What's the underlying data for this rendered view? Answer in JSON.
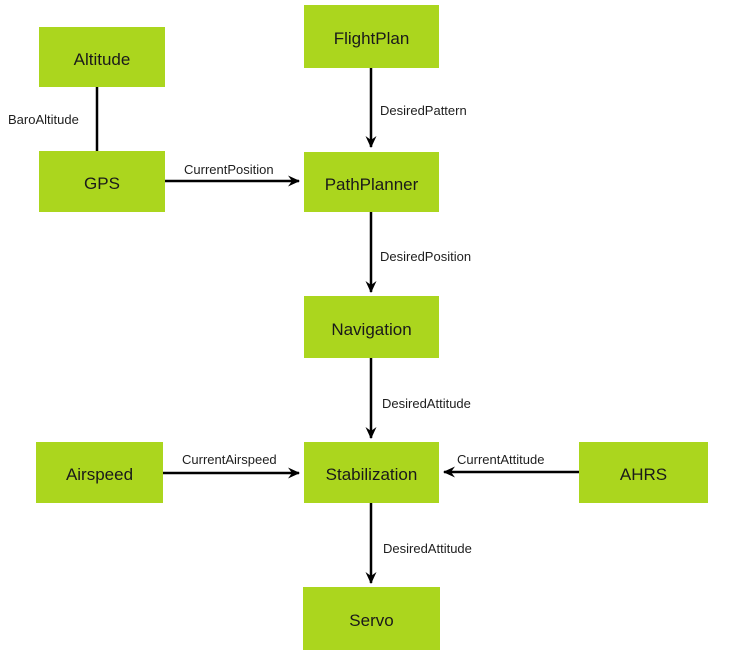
{
  "diagram": {
    "type": "dataflow-diagram",
    "background_color": "#ffffff",
    "node_fill_color": "#ABD61E",
    "node_text_color": "#1a1a1a",
    "edge_color": "#000000",
    "nodes": [
      {
        "id": "altitude",
        "label": "Altitude"
      },
      {
        "id": "flightplan",
        "label": "FlightPlan"
      },
      {
        "id": "gps",
        "label": "GPS"
      },
      {
        "id": "pathplanner",
        "label": "PathPlanner"
      },
      {
        "id": "navigation",
        "label": "Navigation"
      },
      {
        "id": "airspeed",
        "label": "Airspeed"
      },
      {
        "id": "stabilization",
        "label": "Stabilization"
      },
      {
        "id": "ahrs",
        "label": "AHRS"
      },
      {
        "id": "servo",
        "label": "Servo"
      }
    ],
    "edges": [
      {
        "from": "Altitude",
        "to": "GPS",
        "label": "BaroAltitude",
        "arrowhead": "none"
      },
      {
        "from": "FlightPlan",
        "to": "PathPlanner",
        "label": "DesiredPattern",
        "arrowhead": "end"
      },
      {
        "from": "GPS",
        "to": "PathPlanner",
        "label": "CurrentPosition",
        "arrowhead": "end"
      },
      {
        "from": "PathPlanner",
        "to": "Navigation",
        "label": "DesiredPosition",
        "arrowhead": "end"
      },
      {
        "from": "Navigation",
        "to": "Stabilization",
        "label": "DesiredAttitude",
        "arrowhead": "end"
      },
      {
        "from": "Airspeed",
        "to": "Stabilization",
        "label": "CurrentAirspeed",
        "arrowhead": "end"
      },
      {
        "from": "AHRS",
        "to": "Stabilization",
        "label": "CurrentAttitude",
        "arrowhead": "end"
      },
      {
        "from": "Stabilization",
        "to": "Servo",
        "label": "DesiredAttitude",
        "arrowhead": "end"
      }
    ]
  }
}
